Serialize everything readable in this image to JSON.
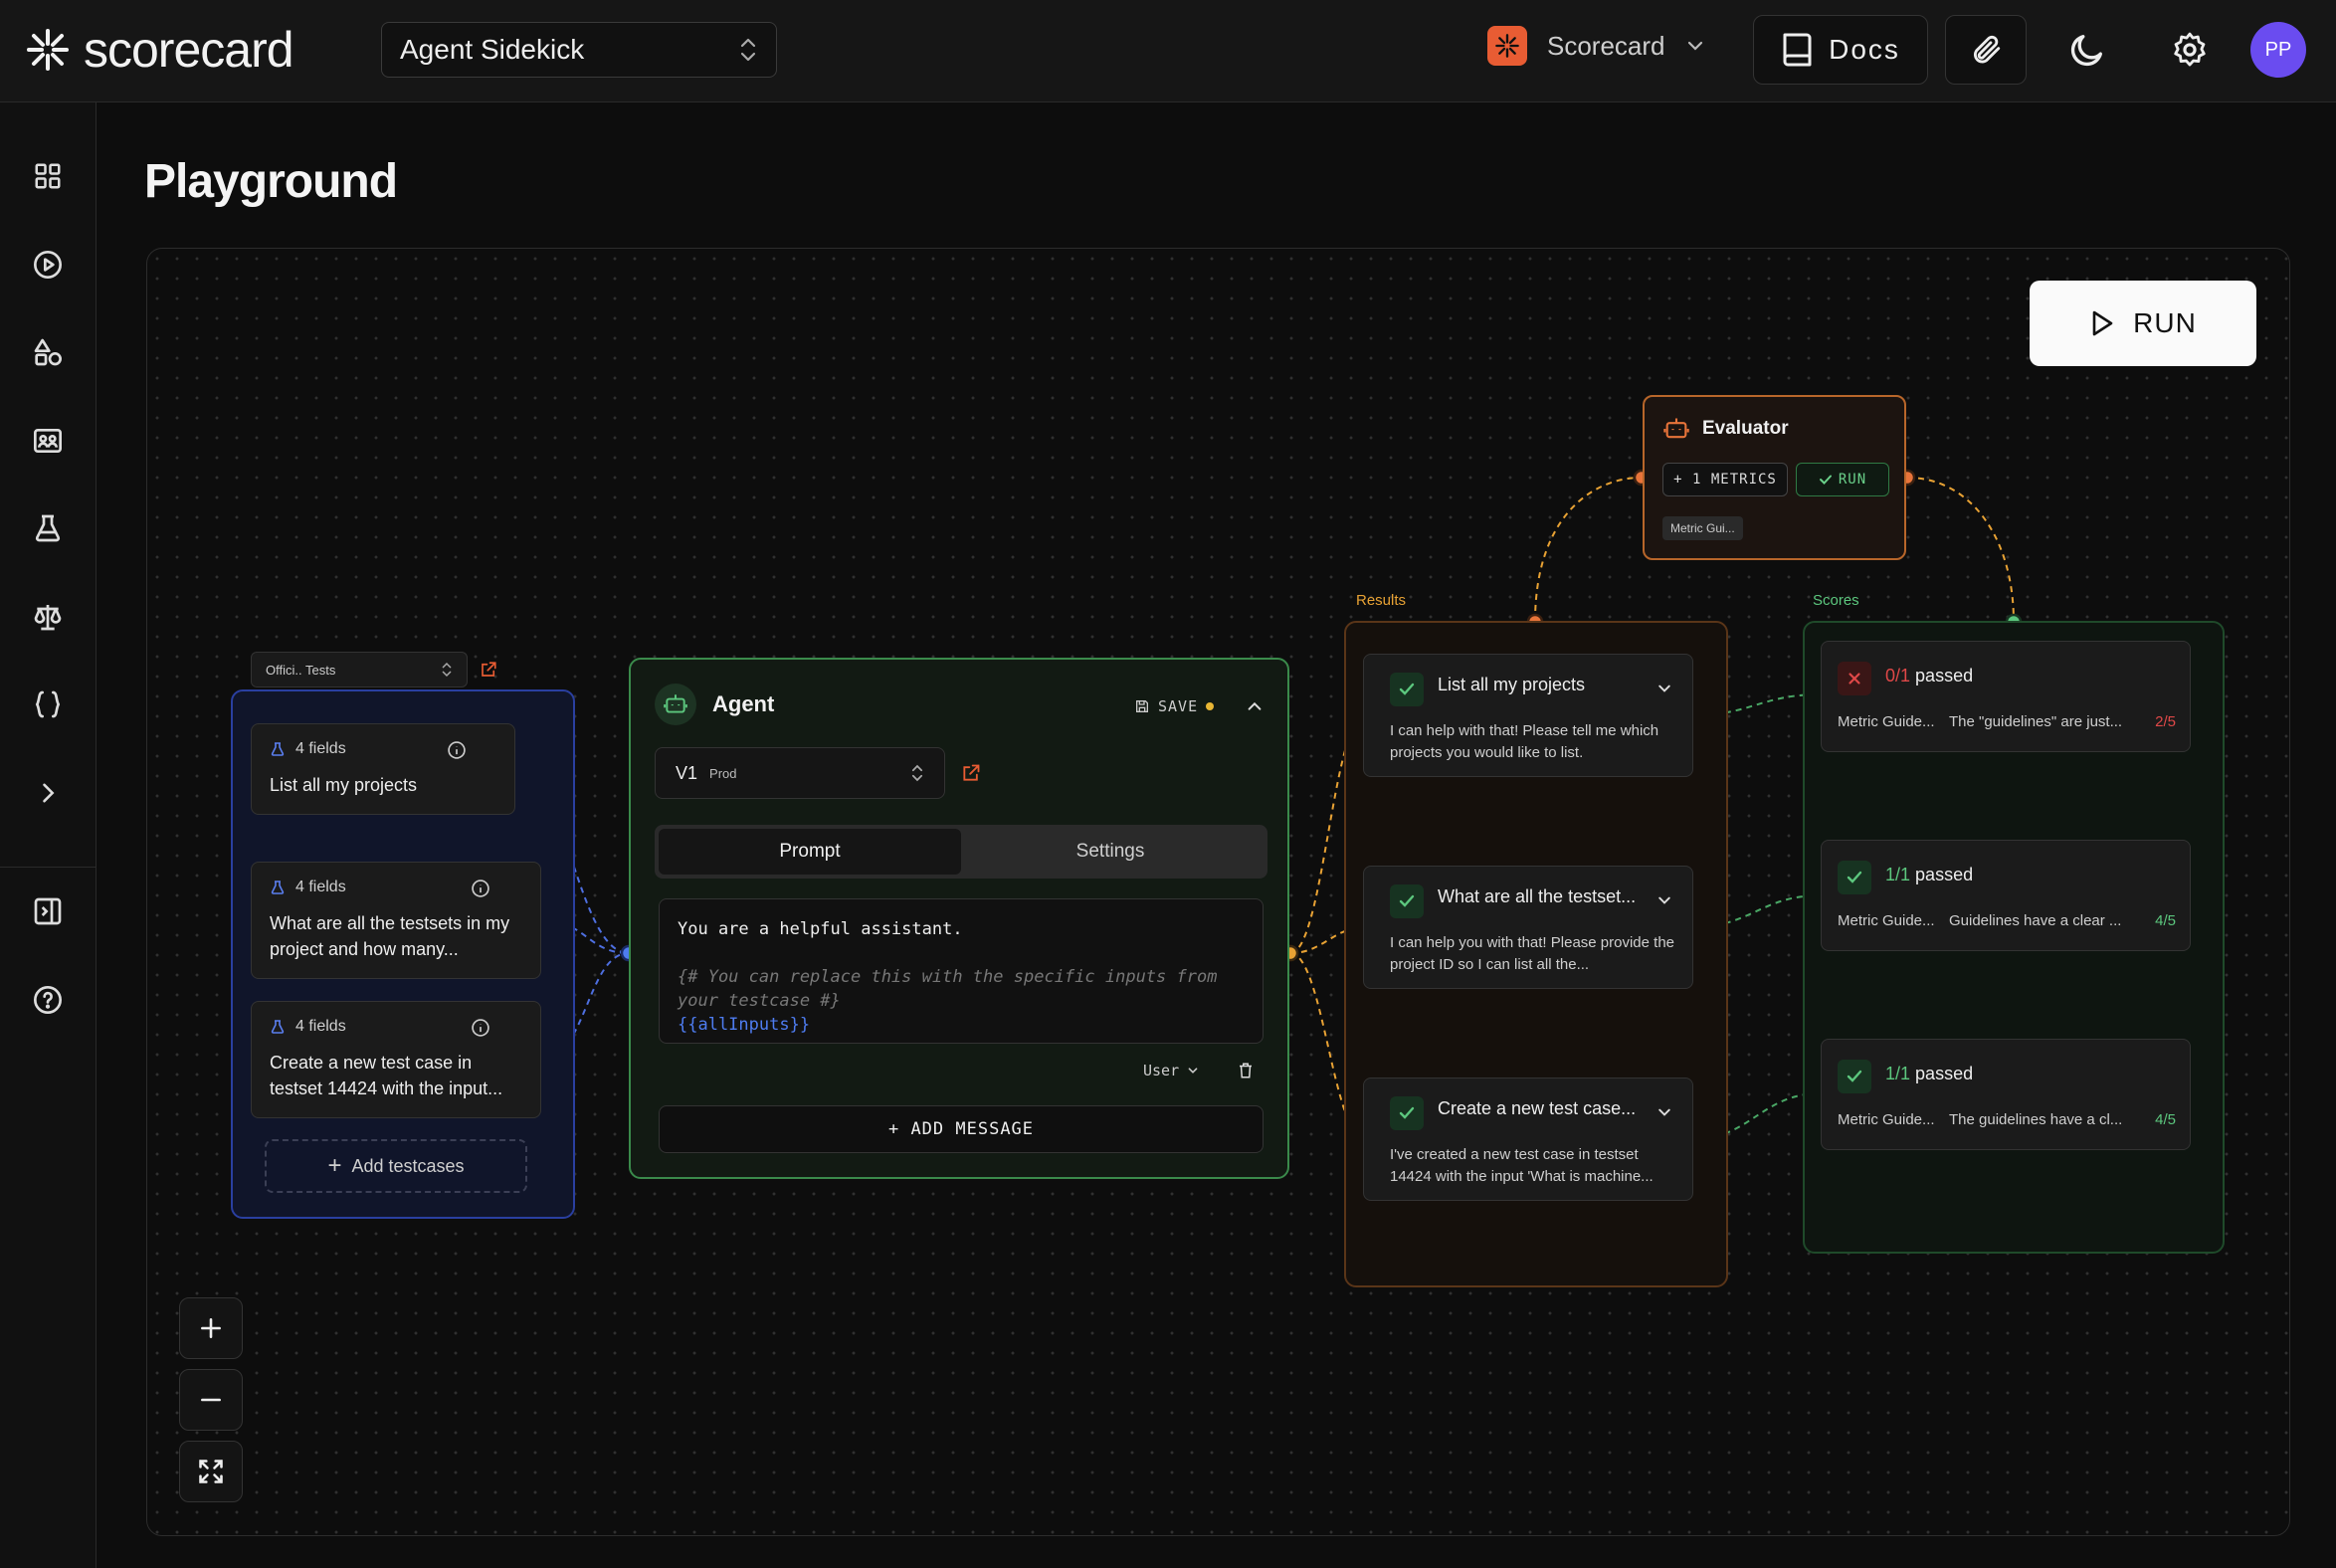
{
  "header": {
    "logo_text": "scorecard",
    "project_select": "Agent Sidekick",
    "org_name": "Scorecard",
    "docs_label": "Docs",
    "avatar_initials": "PP"
  },
  "page": {
    "title": "Playground"
  },
  "canvas": {
    "run_label": "RUN",
    "evaluator": {
      "title": "Evaluator",
      "metrics_label": "+ 1 METRICS",
      "run_label": "RUN",
      "tag": "Metric Gui..."
    },
    "testset": {
      "select_label": "Offici.. Tests",
      "cases": [
        {
          "meta": "4 fields",
          "text": "List all my projects"
        },
        {
          "meta": "4 fields",
          "text": "What are all the testsets in my project and how many..."
        },
        {
          "meta": "4 fields",
          "text": "Create a new test case in testset 14424 with the input..."
        }
      ],
      "add_label": "Add testcases"
    },
    "agent": {
      "title": "Agent",
      "save_label": "SAVE",
      "version": "V1",
      "version_tag": "Prod",
      "tabs": [
        "Prompt",
        "Settings"
      ],
      "prompt_line1": "You are a helpful assistant.",
      "prompt_comment": "{# You can replace this with the specific inputs from your testcase #}",
      "prompt_var": "{{allInputs}}",
      "role": "User",
      "add_message": "+ ADD MESSAGE"
    },
    "results": {
      "label": "Results",
      "items": [
        {
          "title": "List all my projects",
          "body": "I can help with that! Please tell me which projects you would like to list."
        },
        {
          "title": "What are all the testset...",
          "body": "I can help you with that! Please provide the project ID so I can list all the..."
        },
        {
          "title": "Create a new test case...",
          "body": "I've created a new test case in testset 14424 with the input 'What is machine..."
        }
      ]
    },
    "scores": {
      "label": "Scores",
      "passed_word": "passed",
      "items": [
        {
          "ratio": "0/1",
          "status": "fail",
          "metric": "Metric Guide...",
          "guideline": "The \"guidelines\" are just...",
          "score": "2/5"
        },
        {
          "ratio": "1/1",
          "status": "pass",
          "metric": "Metric Guide...",
          "guideline": "Guidelines have a clear ...",
          "score": "4/5"
        },
        {
          "ratio": "1/1",
          "status": "pass",
          "metric": "Metric Guide...",
          "guideline": "The guidelines have a cl...",
          "score": "4/5"
        }
      ]
    }
  },
  "colors": {
    "accent_orange": "#e8a234",
    "accent_green": "#5cc77e",
    "accent_blue": "#4e7cf0",
    "fail_red": "#e04848"
  },
  "icons": {
    "sidebar": [
      "dashboard-icon",
      "play-circle-icon",
      "shapes-icon",
      "testset-icon",
      "flask-icon",
      "scale-icon",
      "braces-icon",
      "chevron-right-icon",
      "panel-icon",
      "help-icon"
    ]
  }
}
